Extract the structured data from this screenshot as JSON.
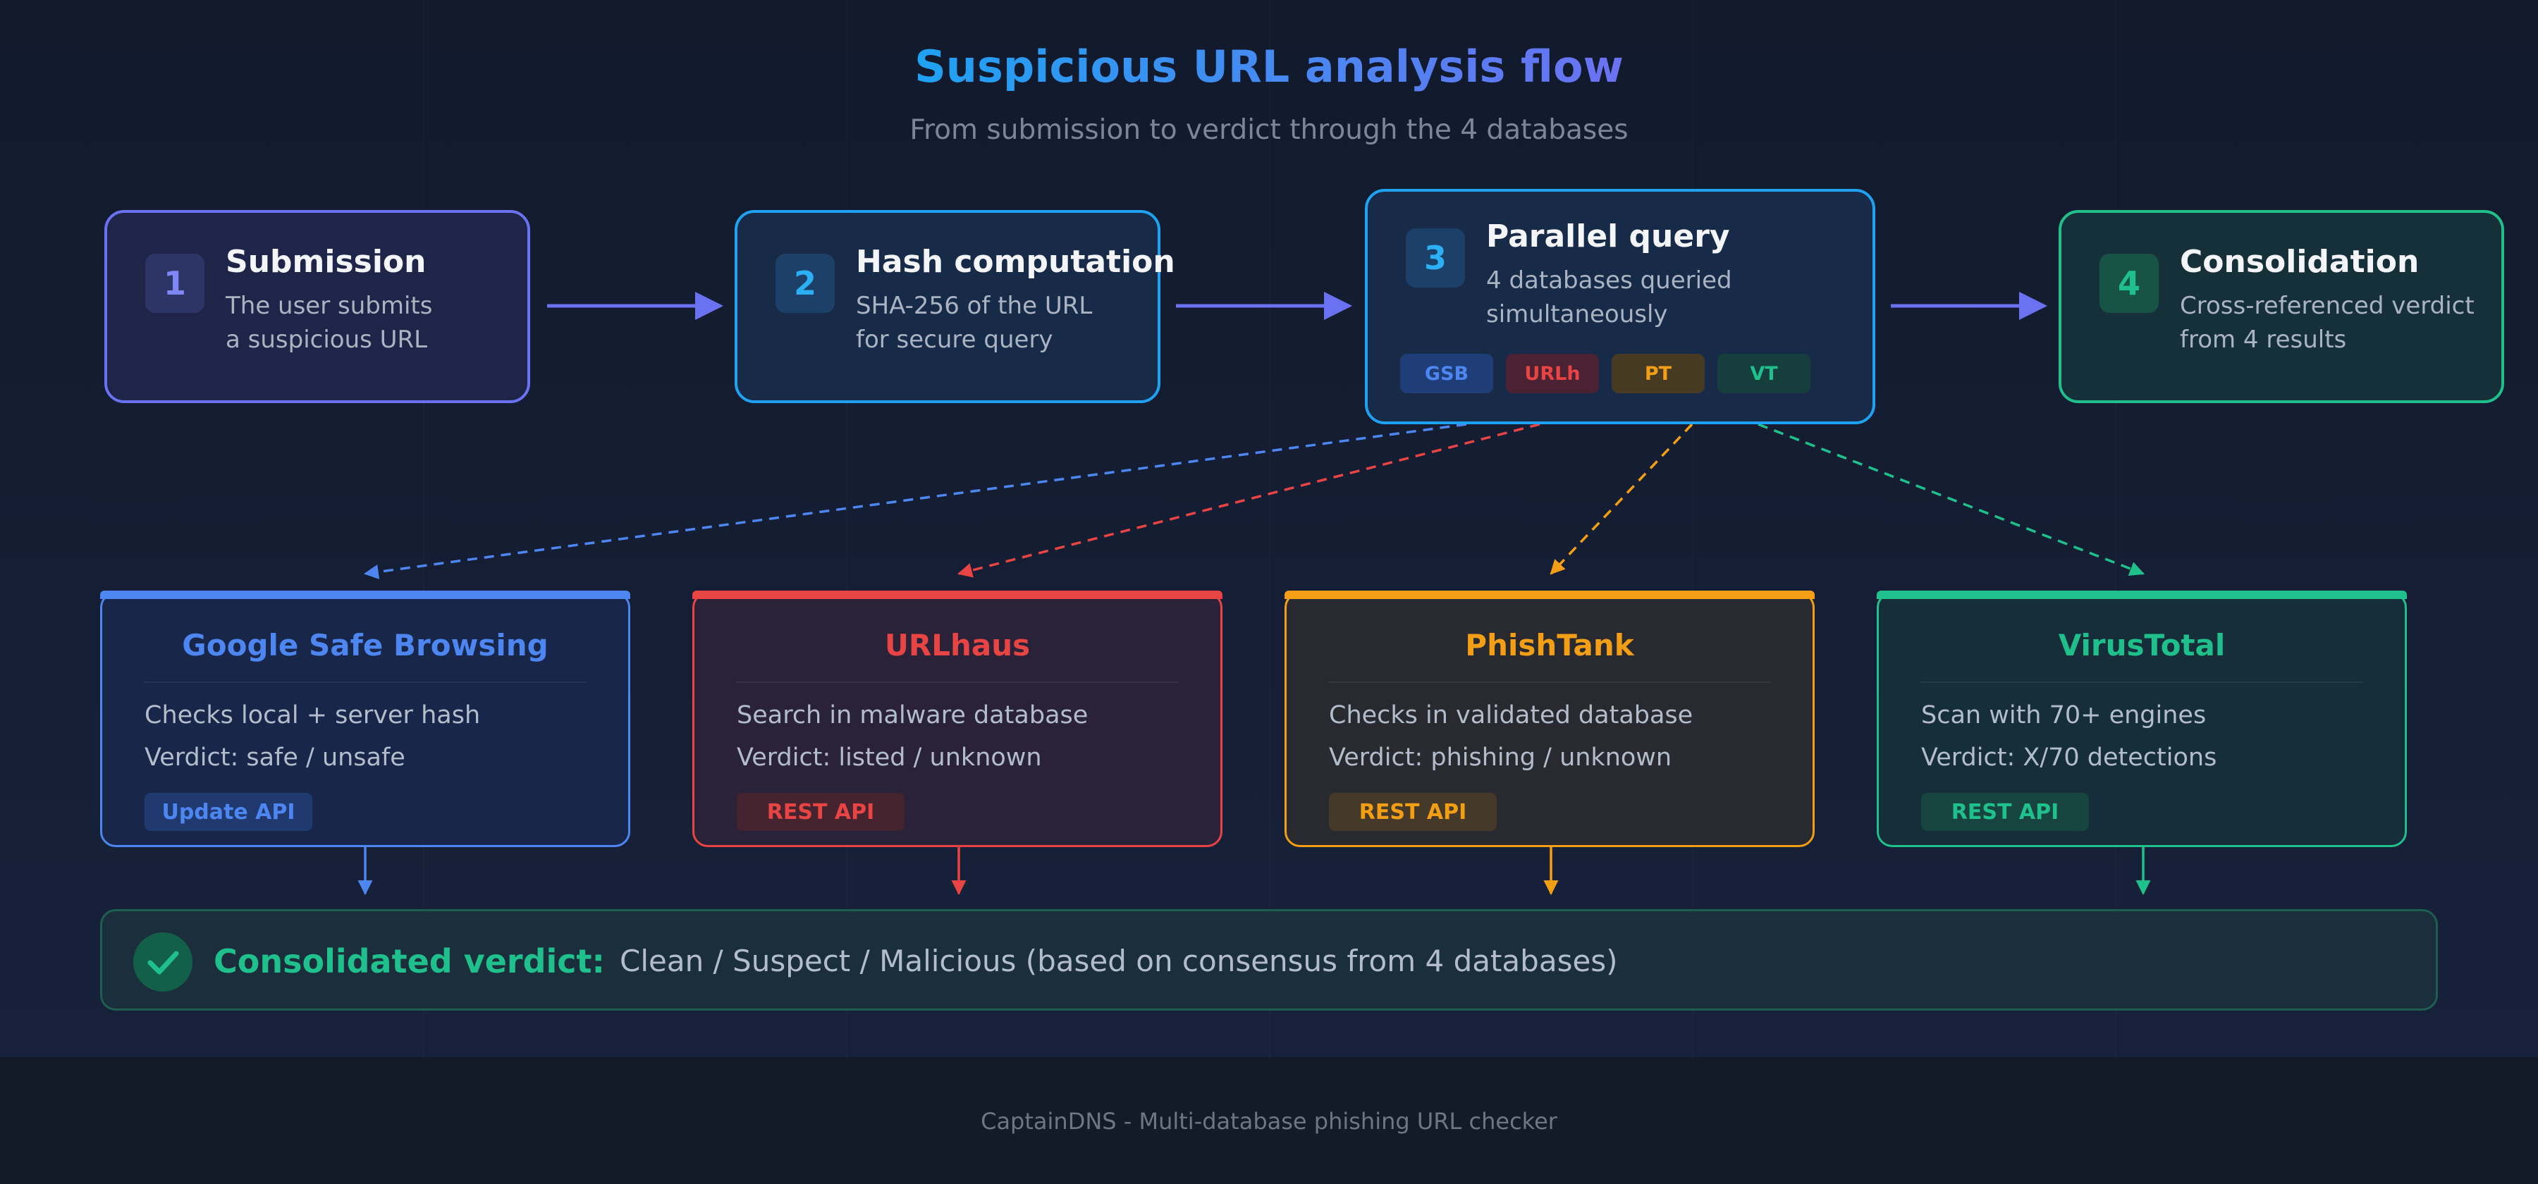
{
  "title": "Suspicious URL analysis flow",
  "subtitle": "From submission to verdict through the 4 databases",
  "steps": [
    {
      "number": "1",
      "title": "Submission",
      "desc1": "The user submits",
      "desc2": "a suspicious URL",
      "color": "#6b72f2"
    },
    {
      "number": "2",
      "title": "Hash computation",
      "desc1": "SHA-256 of the URL",
      "desc2": "for secure query",
      "color": "#1fa2f2"
    },
    {
      "number": "3",
      "title": "Parallel query",
      "desc1": "4 databases queried",
      "desc2": "simultaneously",
      "color": "#1fa2f2",
      "tags": [
        {
          "label": "GSB",
          "color": "#4d86f0"
        },
        {
          "label": "URLh",
          "color": "#e94444"
        },
        {
          "label": "PT",
          "color": "#f39f15"
        },
        {
          "label": "VT",
          "color": "#1fc08c"
        }
      ]
    },
    {
      "number": "4",
      "title": "Consolidation",
      "desc1": "Cross-referenced verdict",
      "desc2": "from 4 results",
      "color": "#1fc08c"
    }
  ],
  "databases": [
    {
      "name": "Google Safe Browsing",
      "line1": "Checks local + server hash",
      "line2": "Verdict: safe / unsafe",
      "api": "Update API",
      "color": "#4d86f0"
    },
    {
      "name": "URLhaus",
      "line1": "Search in malware database",
      "line2": "Verdict: listed / unknown",
      "api": "REST API",
      "color": "#e94444"
    },
    {
      "name": "PhishTank",
      "line1": "Checks in validated database",
      "line2": "Verdict: phishing / unknown",
      "api": "REST API",
      "color": "#f39f15"
    },
    {
      "name": "VirusTotal",
      "line1": "Scan with 70+ engines",
      "line2": "Verdict: X/70 detections",
      "api": "REST API",
      "color": "#1fc08c"
    }
  ],
  "verdict": {
    "label": "Consolidated verdict:",
    "text": "Clean / Suspect / Malicious (based on consensus from 4 databases)",
    "icon": "check-icon",
    "color": "#1fc08c"
  },
  "footer": "CaptainDNS - Multi-database phishing URL checker"
}
